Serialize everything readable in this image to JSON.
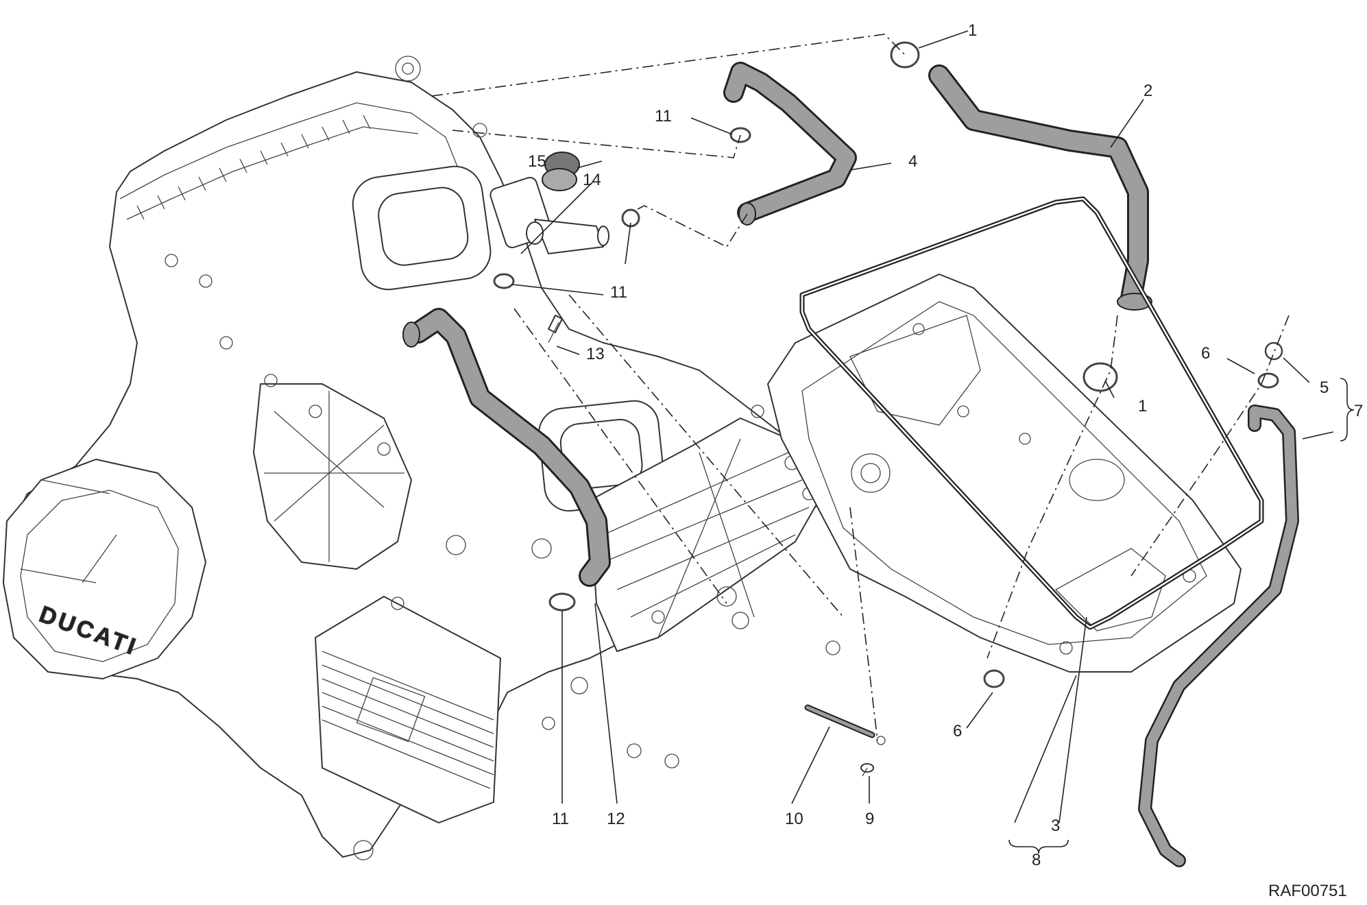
{
  "callouts": {
    "c1a": "1",
    "c1b": "1",
    "c2": "2",
    "c3": "3",
    "c4": "4",
    "c5": "5",
    "c6a": "6",
    "c6b": "6",
    "c7": "7",
    "c8": "8",
    "c9": "9",
    "c10": "10",
    "c11a": "11",
    "c11b": "11",
    "c11c": "11",
    "c12": "12",
    "c13": "13",
    "c14": "14",
    "c15": "15"
  },
  "drawing_ref": "RAF00751",
  "engine_logo": "DUCATI",
  "colors": {
    "hose": "#9e9e9e",
    "line": "#222222",
    "background": "#ffffff"
  }
}
